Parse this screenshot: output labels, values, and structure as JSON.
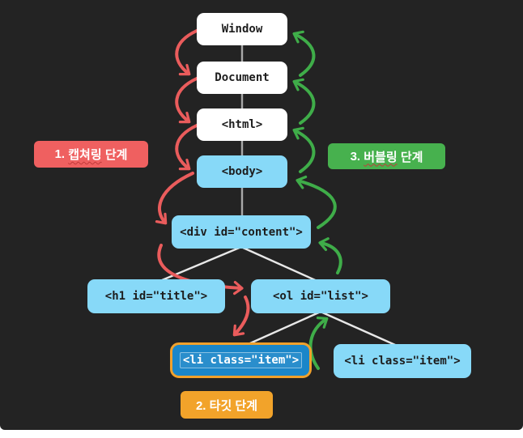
{
  "diagram": {
    "kind": "dom-event-flow-tree",
    "nodes": [
      {
        "id": "window",
        "label": "Window"
      },
      {
        "id": "document",
        "label": "Document"
      },
      {
        "id": "html",
        "label": "<html>"
      },
      {
        "id": "body",
        "label": "<body>"
      },
      {
        "id": "div-content",
        "label": "<div id=\"content\">"
      },
      {
        "id": "h1-title",
        "label": "<h1 id=\"title\">"
      },
      {
        "id": "ol-list",
        "label": "<ol id=\"list\">"
      },
      {
        "id": "li-target",
        "label": "<li class=\"item\">"
      },
      {
        "id": "li-sibling",
        "label": "<li class=\"item\">"
      }
    ],
    "phase_labels": {
      "capturing": {
        "prefix": "1. ",
        "word": "캡쳐링",
        "suffix": " 단계"
      },
      "target": {
        "text": "2. 타깃 단계"
      },
      "bubbling": {
        "prefix": "3. ",
        "word": "버블링",
        "suffix": " 단계"
      }
    },
    "colors": {
      "background": "#232323",
      "page_background": "#ffffff",
      "node_white": "#ffffff",
      "node_blue": "#87d9f8",
      "node_target_fill": "#1a86c9",
      "node_target_border": "#f0a12c",
      "capturing_red": "#ea5c5c",
      "bubbling_green": "#3fad49",
      "capturing_label_bg": "#ef6060",
      "bubbling_label_bg": "#47b14e",
      "target_label_bg": "#f2a32a",
      "connector_gray": "#a8a8a8",
      "connector_white": "#e8e8e8"
    }
  }
}
